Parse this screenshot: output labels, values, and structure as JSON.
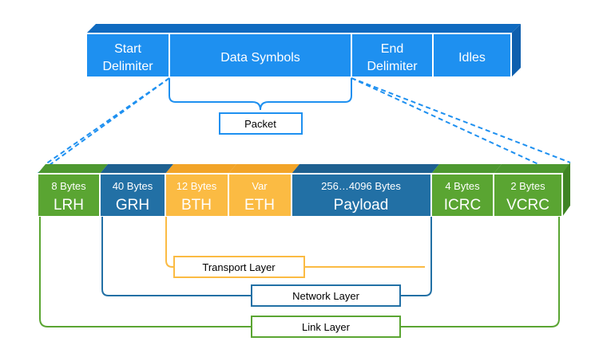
{
  "top_bar": {
    "segments": [
      {
        "line1": "Start",
        "line2": "Delimiter"
      },
      {
        "line1": "Data Symbols",
        "line2": ""
      },
      {
        "line1": "End",
        "line2": "Delimiter"
      },
      {
        "line1": "Idles",
        "line2": ""
      }
    ],
    "color": "#1E90F0"
  },
  "packet_label": "Packet",
  "header_fields": [
    {
      "size": "8 Bytes",
      "name": "LRH",
      "color": "#5AA532"
    },
    {
      "size": "40 Bytes",
      "name": "GRH",
      "color": "#2270A5"
    },
    {
      "size": "12 Bytes",
      "name": "BTH",
      "color": "#FBBB43"
    },
    {
      "size": "Var",
      "name": "ETH",
      "color": "#FBBB43"
    },
    {
      "size": "256…4096 Bytes",
      "name": "Payload",
      "color": "#2270A5"
    },
    {
      "size": "4 Bytes",
      "name": "ICRC",
      "color": "#5AA532"
    },
    {
      "size": "2 Bytes",
      "name": "VCRC",
      "color": "#5AA532"
    }
  ],
  "layers": {
    "transport": {
      "label": "Transport Layer",
      "color": "#FBBB43"
    },
    "network": {
      "label": "Network Layer",
      "color": "#2270A5"
    },
    "link": {
      "label": "Link Layer",
      "color": "#5AA532"
    }
  }
}
